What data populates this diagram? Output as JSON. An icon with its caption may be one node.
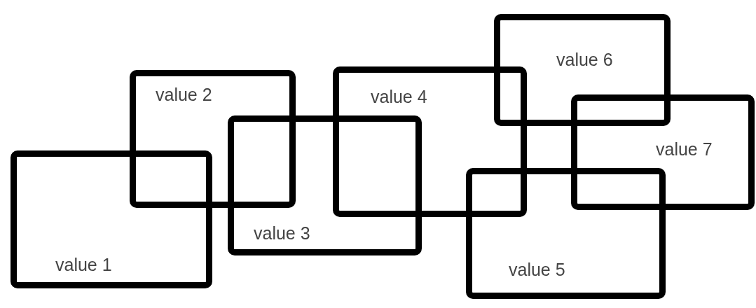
{
  "diagram": {
    "nodes": [
      {
        "text": [
          "value 1"
        ]
      },
      {
        "text": [
          "value 2"
        ]
      },
      {
        "text": [
          "value 3"
        ]
      },
      {
        "text": [
          "value 4"
        ]
      },
      {
        "text": [
          "value 5"
        ]
      },
      {
        "text": [
          "value 6"
        ]
      },
      {
        "text": [
          "value 7"
        ]
      }
    ]
  }
}
